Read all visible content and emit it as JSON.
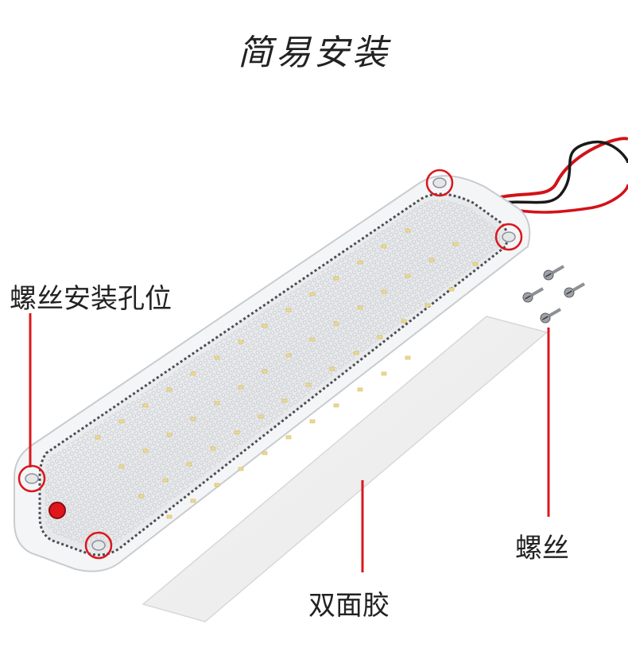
{
  "title": "简易安装",
  "labels": {
    "mount_holes": "螺丝安装孔位",
    "screws": "螺丝",
    "tape": "双面胶"
  },
  "colors": {
    "callout_red": "#d9181e",
    "wire_red": "#d2121a",
    "wire_black": "#1a1a1a",
    "button_red": "#e0161c",
    "lens_fill": "#eef0f2",
    "led_yellow": "#f0d98a"
  }
}
